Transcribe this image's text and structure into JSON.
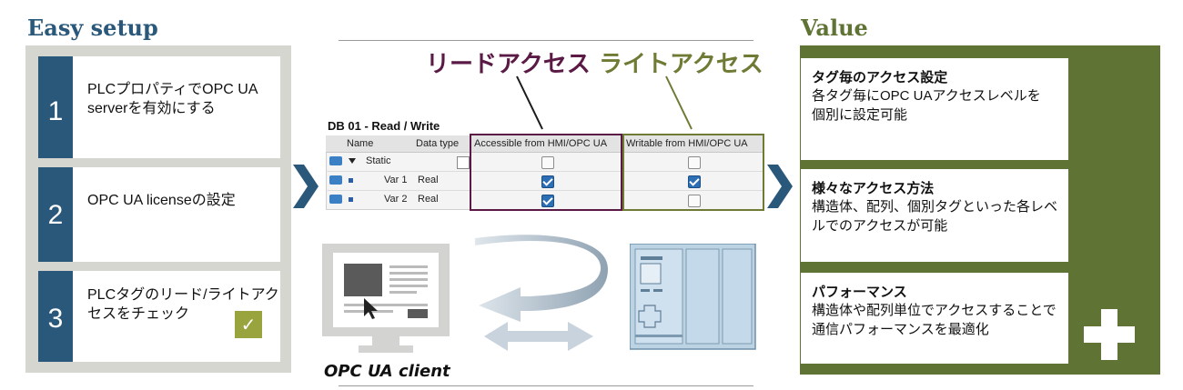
{
  "left": {
    "heading": "Easy setup",
    "steps": [
      {
        "num": "1",
        "text": "PLCプロパティでOPC UA serverを有効にする"
      },
      {
        "num": "2",
        "text": "OPC UA licenseの設定"
      },
      {
        "num": "3",
        "text": "PLCタグのリード/ライトアクセスをチェック",
        "check": "✓"
      }
    ]
  },
  "center": {
    "read_label": "リードアクセス",
    "write_label": "ライトアクセス",
    "db_title": "DB 01 - Read / Write",
    "columns": [
      "Name",
      "Data type",
      "Accessible from HMI/OPC UA",
      "Writable from HMI/OPC UA"
    ],
    "rows": [
      {
        "name": "Static",
        "type": "",
        "accessible": false,
        "writable": false
      },
      {
        "name": "Var 1",
        "type": "Real",
        "accessible": true,
        "writable": true
      },
      {
        "name": "Var 2",
        "type": "Real",
        "accessible": true,
        "writable": false
      }
    ],
    "client_label": "OPC UA client"
  },
  "right": {
    "heading": "Value",
    "items": [
      {
        "title": "タグ毎のアクセス設定",
        "text": "各タグ毎にOPC UAアクセスレベルを個別に設定可能"
      },
      {
        "title": "様々なアクセス方法",
        "text": "構造体、配列、個別タグといった各レベルでのアクセスが可能"
      },
      {
        "title": "パフォーマンス",
        "text": "構造体や配列単位でアクセスすることで通信パフォーマンスを最適化"
      }
    ]
  },
  "colors": {
    "blue": "#2a587b",
    "green": "#5f7334",
    "read": "#5b1a45",
    "write": "#6f7a35",
    "check": "#9aa43e"
  }
}
